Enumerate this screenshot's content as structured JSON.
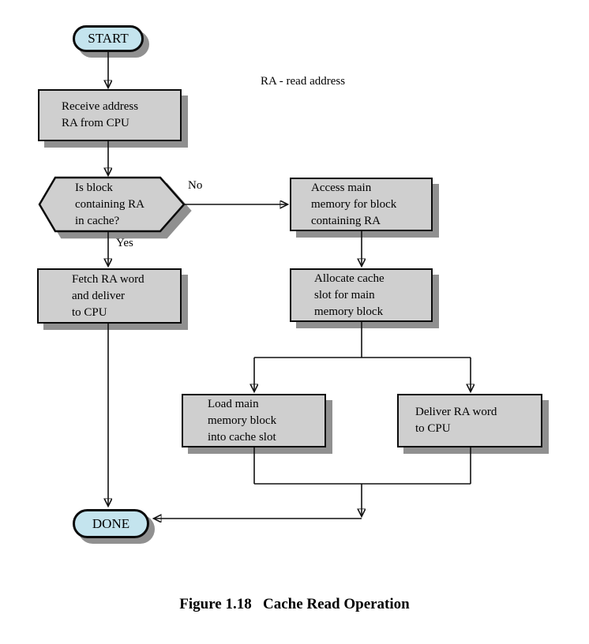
{
  "figure": {
    "annotation": "RA - read address",
    "caption": "Figure 1.18   Cache Read Operation"
  },
  "nodes": {
    "start": {
      "label": "START",
      "type": "terminal"
    },
    "receive": {
      "label": "Receive address\nRA from CPU",
      "type": "process"
    },
    "decision": {
      "label": "Is block\ncontaining RA\nin cache?",
      "type": "decision"
    },
    "fetch": {
      "label": "Fetch RA word\nand deliver\nto CPU",
      "type": "process"
    },
    "access": {
      "label": "Access main\nmemory for block\ncontaining RA",
      "type": "process"
    },
    "allocate": {
      "label": "Allocate cache\nslot for main\nmemory block",
      "type": "process"
    },
    "load": {
      "label": "Load main\nmemory block\ninto cache slot",
      "type": "process"
    },
    "deliver": {
      "label": "Deliver RA word\nto CPU",
      "type": "process"
    },
    "done": {
      "label": "DONE",
      "type": "terminal"
    }
  },
  "edge_labels": {
    "no": "No",
    "yes": "Yes"
  },
  "colors": {
    "terminal_fill": "#c4e4ee",
    "process_fill": "#cfcfcf",
    "shadow": "#909090",
    "line": "#111111"
  }
}
